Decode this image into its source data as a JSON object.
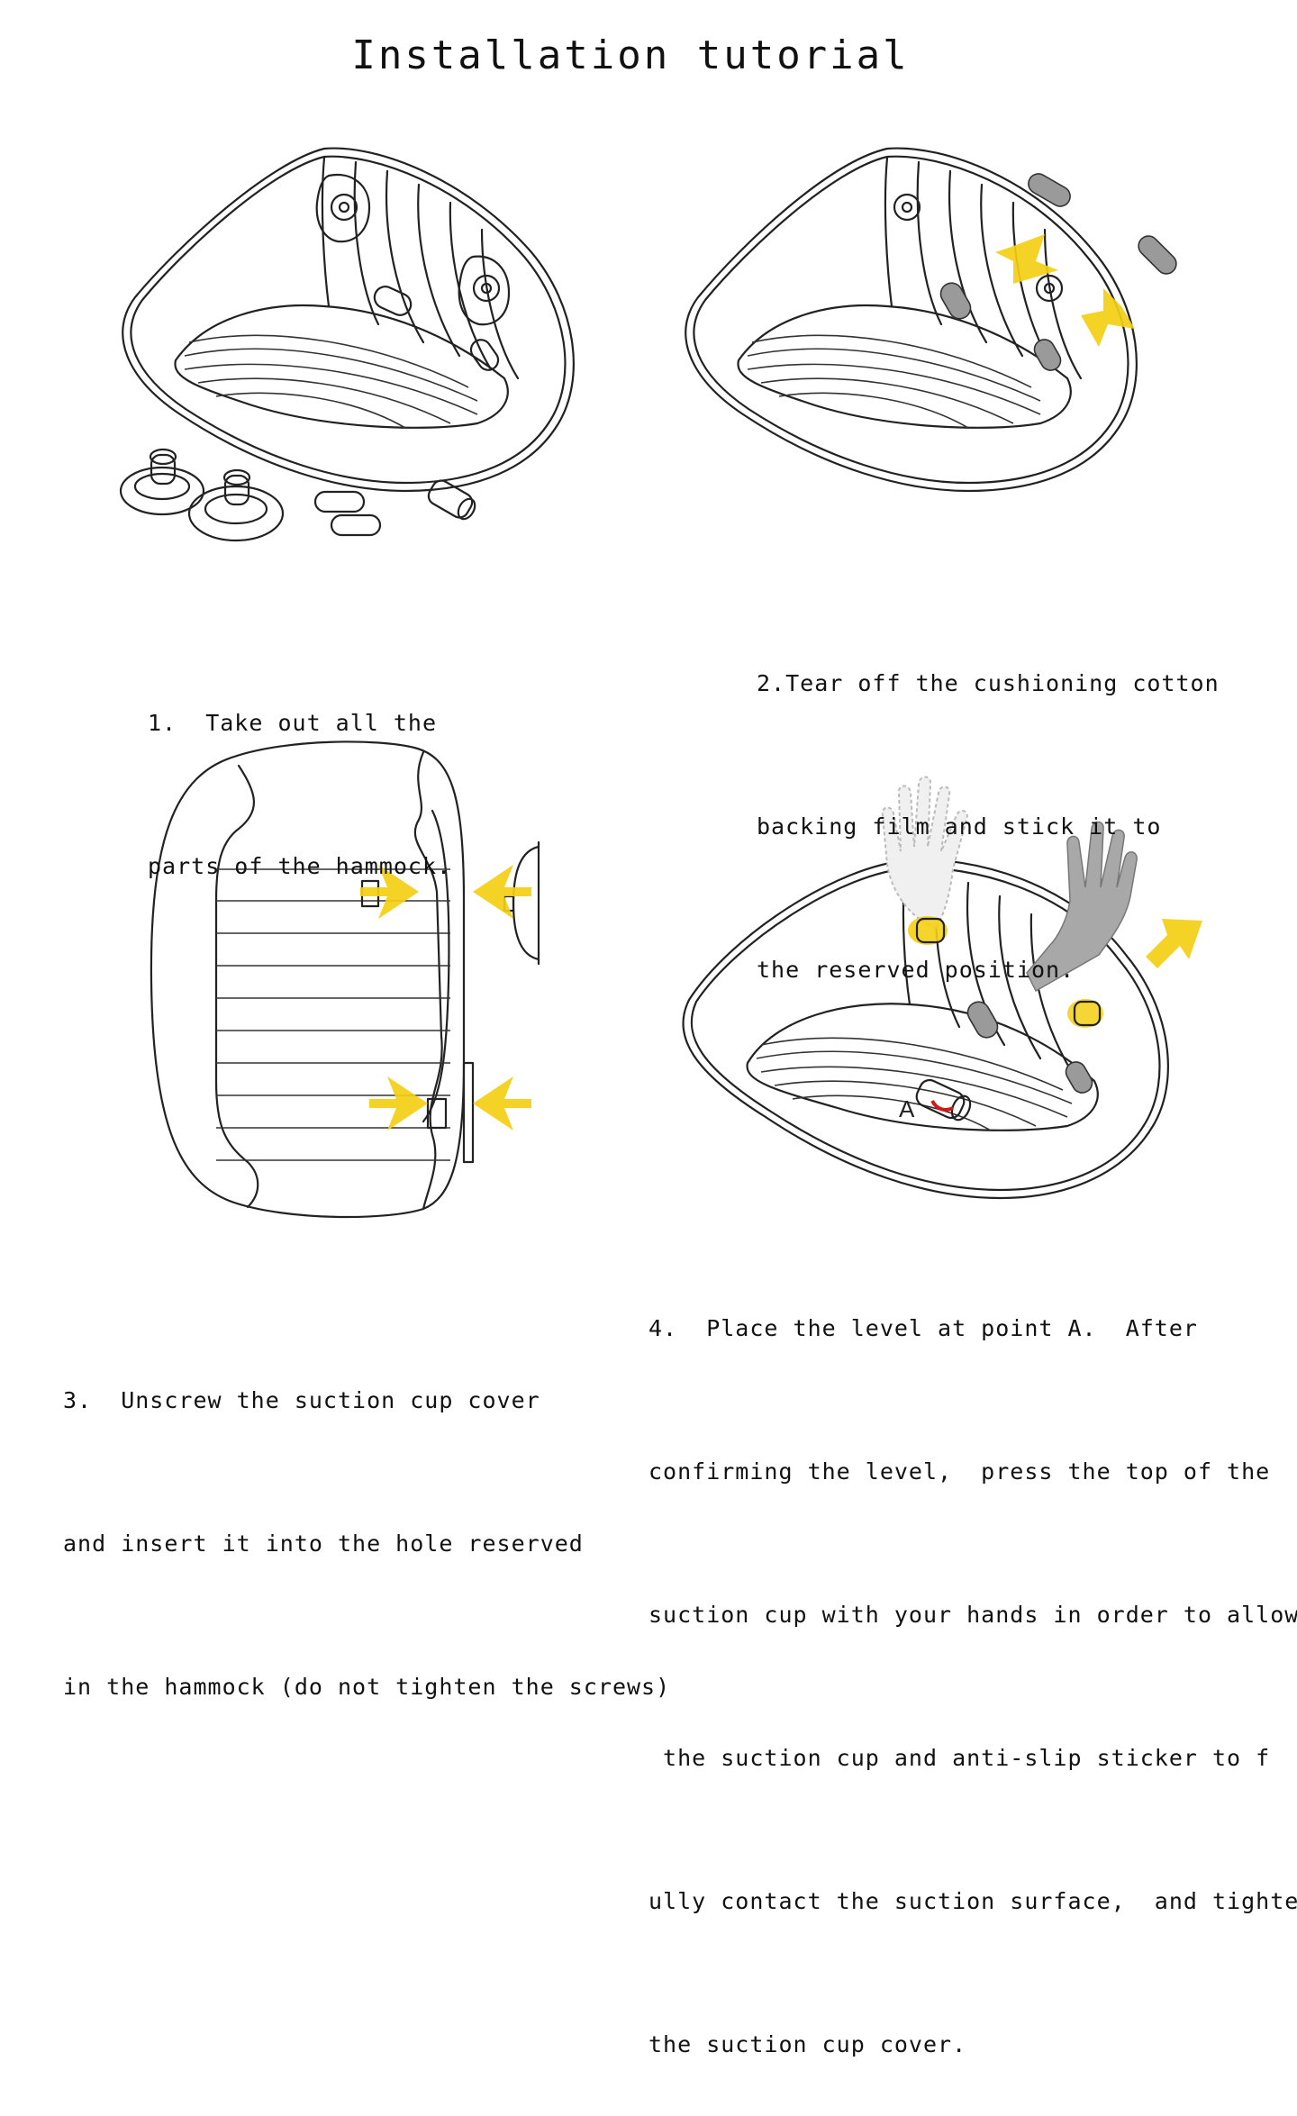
{
  "title": "Installation tutorial",
  "steps": [
    {
      "lines": [
        "1.  Take out all the",
        "parts of the hammock."
      ]
    },
    {
      "lines": [
        "2.Tear off the cushioning cotton",
        "backing film and stick it to",
        "the reserved position."
      ]
    },
    {
      "lines": [
        "3.  Unscrew the suction cup cover",
        "and insert it into the hole reserved",
        "in the hammock (do not tighten the screws)"
      ]
    },
    {
      "lines": [
        "4.  Place the level at point A.  After",
        "confirming the level,  press the top of the",
        "suction cup with your hands in order to allow",
        " the suction cup and anti-slip sticker to f",
        "ully contact the suction surface,  and tighten",
        "the suction cup cover."
      ]
    }
  ],
  "point_label": "A",
  "colors": {
    "arrow": "#f4cf14",
    "line": "#222222",
    "sticker": "#9a9a9a",
    "marker": "#d01818"
  }
}
